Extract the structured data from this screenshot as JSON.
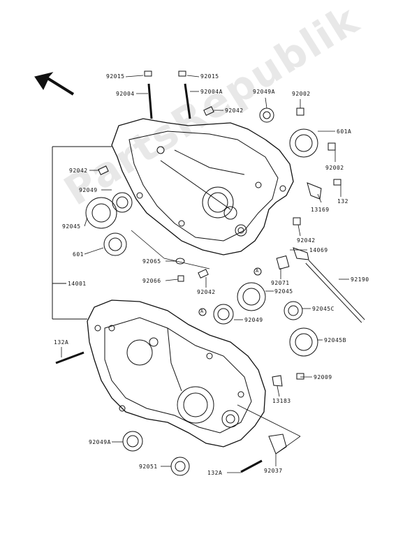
{
  "watermark": "PartsRepublik",
  "labels": {
    "l92015a": "92015",
    "l92015b": "92015",
    "l92004": "92004",
    "l92004a": "92004A",
    "l92042top": "92042",
    "l92049a_top": "92049A",
    "l92002a": "92002",
    "l601a": "601A",
    "l92042left": "92042",
    "l92002b": "92002",
    "l92049left": "92049",
    "l132right": "132",
    "l13169": "13169",
    "l92045left": "92045",
    "l92042mid": "92042",
    "l601": "601",
    "l14069": "14069",
    "l92065": "92065",
    "l92071": "92071",
    "l92066": "92066",
    "l92190": "92190",
    "l14001": "14001",
    "l92042low": "92042",
    "l92045mid": "92045",
    "l92049mid": "92049",
    "l92045c": "92045C",
    "l132a_left": "132A",
    "l92045b": "92045B",
    "l92009": "92009",
    "l13183": "13183",
    "l92049a_low": "92049A",
    "l92051": "92051",
    "l132a_bottom": "132A",
    "l92037": "92037",
    "refA1": "A",
    "refA2": "A"
  }
}
